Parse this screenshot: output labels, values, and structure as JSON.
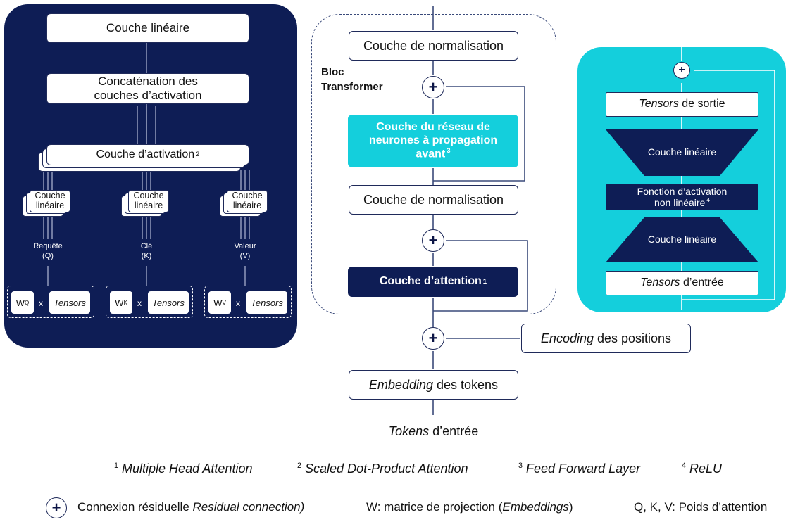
{
  "multihead": {
    "linear_out": "Couche linéaire",
    "concat_line1": "Concaténation des",
    "concat_line2": "couches d’activation",
    "activation": "Couche d’activation",
    "activation_sup": "2",
    "heads": [
      {
        "lin1": "Couche",
        "lin2": "linéaire",
        "label": "Requête",
        "sub": "(Q)",
        "w": "W",
        "w_sub": "Q",
        "x": "x",
        "tensors": "Tensors"
      },
      {
        "lin1": "Couche",
        "lin2": "linéaire",
        "label": "Clé",
        "sub": "(K)",
        "w": "W",
        "w_sub": "K",
        "x": "x",
        "tensors": "Tensors"
      },
      {
        "lin1": "Couche",
        "lin2": "linéaire",
        "label": "Valeur",
        "sub": "(V)",
        "w": "W",
        "w_sub": "V",
        "x": "x",
        "tensors": "Tensors"
      }
    ]
  },
  "transformer": {
    "block_line1": "Bloc",
    "block_line2": "Transformer",
    "norm_top": "Couche de normalisation",
    "ffn_line1": "Couche du réseau de",
    "ffn_line2": "neurones à propagation",
    "ffn_line3": "avant",
    "ffn_sup": "3",
    "norm_mid": "Couche de normalisation",
    "attention": "Couche d’attention",
    "attention_sup": "1",
    "pos_enc_italic": "Encoding",
    "pos_enc_rest": " des positions",
    "embed_italic": "Embedding",
    "embed_rest": " des tokens",
    "tokens_italic": "Tokens",
    "tokens_rest": " d’entrée",
    "plus": "+"
  },
  "ffn_panel": {
    "out_italic": "Tensors",
    "out_rest": " de sortie",
    "lin_top": "Couche linéaire",
    "act_line1": "Fonction d’activation",
    "act_line2": "non linéaire",
    "act_sup": "4",
    "lin_bottom": "Couche linéaire",
    "in_italic": "Tensors",
    "in_rest": " d’entrée",
    "plus": "+"
  },
  "footnotes": [
    {
      "num": "1",
      "text": "Multiple Head Attention"
    },
    {
      "num": "2",
      "text": "Scaled Dot-Product Attention"
    },
    {
      "num": "3",
      "text": "Feed Forward Layer"
    },
    {
      "num": "4",
      "text": "ReLU"
    }
  ],
  "legend": {
    "plus": "+",
    "residual_plain": "Connexion résiduelle ",
    "residual_italic": "Residual connection)",
    "w_plain": "W: matrice de projection (",
    "w_italic": "Embeddings",
    "w_close": ")",
    "qkv": "Q, K, V: Poids d’attention"
  },
  "colors": {
    "navy": "#0e1d55",
    "cyan": "#14cfdc",
    "ink": "#1f2a5a"
  }
}
